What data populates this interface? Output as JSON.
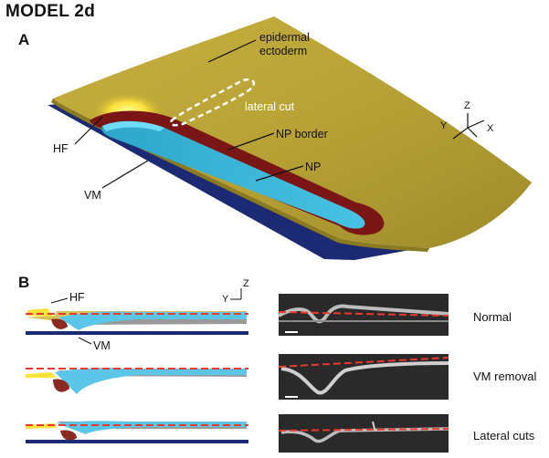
{
  "figure": {
    "title": "MODEL 2d"
  },
  "panel_a": {
    "letter": "A",
    "labels": {
      "epidermal_1": "epidermal",
      "epidermal_2": "ectoderm",
      "lateral_cut": "lateral cut",
      "np_border": "NP border",
      "np": "NP",
      "hf": "HF",
      "vm": "VM"
    },
    "axes": {
      "z": "Z",
      "y": "Y",
      "x": "X"
    }
  },
  "panel_b": {
    "letter": "B",
    "labels": {
      "hf": "HF",
      "vm": "VM"
    },
    "axes": {
      "z": "Z",
      "y": "Y"
    },
    "conditions": [
      "Normal",
      "VM removal",
      "Lateral cuts"
    ]
  },
  "colors": {
    "ectoderm": "#b6a236",
    "np": "#3ab6d8",
    "np_border": "#7a1616",
    "vm": "#1b2a72",
    "hf_glow": "#ffe23a",
    "midline": "#e83a2e",
    "micrograph_bg": "#2a2a2a"
  }
}
